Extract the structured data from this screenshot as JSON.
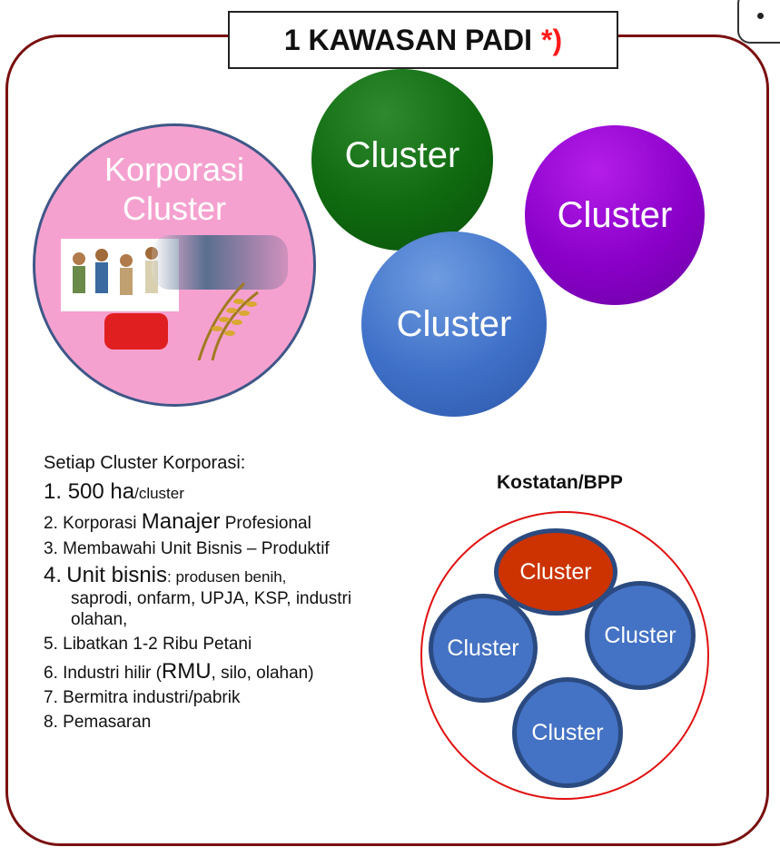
{
  "title": {
    "text": "1 KAWASAN PADI",
    "note": "*)"
  },
  "clusters": {
    "korporasi": "Korporasi Cluster",
    "green": "Cluster",
    "purple": "Cluster",
    "blue": "Cluster"
  },
  "list": {
    "heading": "Setiap Cluster Korporasi:",
    "items": [
      {
        "num": "1.",
        "big": "500 ha",
        "small": "/cluster"
      },
      {
        "num": "2.",
        "a": "Korporasi ",
        "big": "Manajer",
        "b": " Profesional"
      },
      {
        "num": "3.",
        "text": "Membawahi Unit Bisnis – Produktif"
      },
      {
        "num": "4.",
        "big": "Unit bisnis",
        "small": ": produsen benih,",
        "cont1": "saprodi, onfarm, UPJA, KSP, industri",
        "cont2": "olahan,"
      },
      {
        "num": "5.",
        "text": "Libatkan 1-2 Ribu Petani"
      },
      {
        "num": "6.",
        "a": "Industri hilir (",
        "big": "RMU",
        "b": ", silo, olahan)"
      },
      {
        "num": "7.",
        "text": "Bermitra industri/pabrik"
      },
      {
        "num": "8.",
        "text": "Pemasaran"
      }
    ]
  },
  "kostatan": {
    "label": "Kostatan/BPP",
    "clusters": [
      "Cluster",
      "Cluster",
      "Cluster",
      "Cluster"
    ]
  },
  "colors": {
    "frame": "#7a1010",
    "note": "#ff1a1a",
    "green": "#0f6a0f",
    "purple": "#8a00c9",
    "blue": "#3f70c8",
    "pink": "#f5a1cf",
    "red_cluster": "#cc3300"
  }
}
